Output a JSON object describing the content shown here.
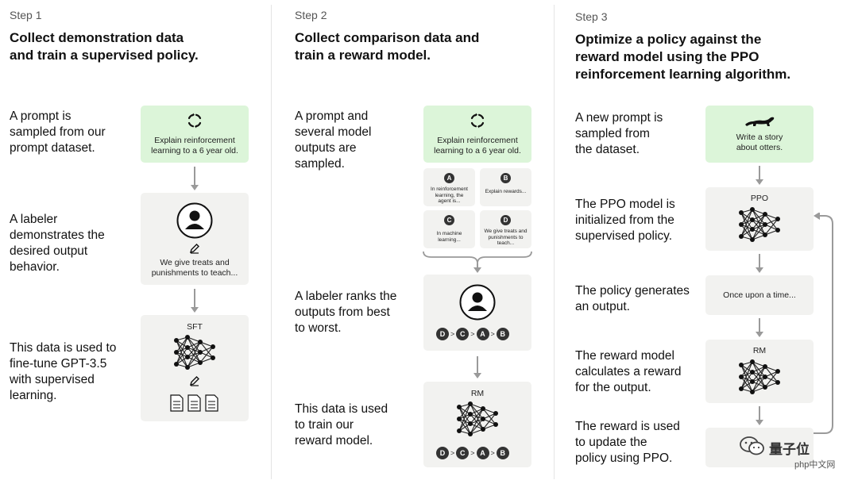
{
  "step1": {
    "label": "Step 1",
    "title": [
      "Collect demonstration data",
      "and train a supervised policy."
    ],
    "desc1": [
      "A prompt is",
      "sampled from our",
      "prompt dataset."
    ],
    "desc2": [
      "A labeler",
      "demonstrates the",
      "desired output",
      "behavior."
    ],
    "desc3": [
      "This data is used to",
      "fine-tune GPT-3.5",
      "with supervised",
      "learning."
    ],
    "prompt_box": [
      "Explain reinforcement",
      "learning to a 6 year old."
    ],
    "labeler_box": [
      "We give treats and",
      "punishments to teach..."
    ],
    "model_box_title": "SFT"
  },
  "step2": {
    "label": "Step 2",
    "title": [
      "Collect comparison data and",
      "train a reward model."
    ],
    "desc1": [
      "A prompt and",
      "several model",
      "outputs are",
      "sampled."
    ],
    "desc2": [
      "A labeler ranks the",
      "outputs from best",
      "to worst."
    ],
    "desc3": [
      "This data is used",
      "to train our",
      "reward model."
    ],
    "prompt_box": [
      "Explain reinforcement",
      "learning to a 6 year old."
    ],
    "outputs": [
      {
        "badge": "A",
        "text": [
          "In reinforcement",
          "learning, the",
          "agent is..."
        ]
      },
      {
        "badge": "B",
        "text": [
          "Explain rewards..."
        ]
      },
      {
        "badge": "C",
        "text": [
          "In machine",
          "learning..."
        ]
      },
      {
        "badge": "D",
        "text": [
          "We give treats and",
          "punishments to",
          "teach..."
        ]
      }
    ],
    "ranking": [
      "D",
      "C",
      "A",
      "B"
    ],
    "rank_sep": ">",
    "model_box_title": "RM"
  },
  "step3": {
    "label": "Step 3",
    "title": [
      "Optimize a policy against the",
      "reward model using the PPO",
      "reinforcement learning algorithm."
    ],
    "desc1": [
      "A new prompt is",
      "sampled from",
      "the dataset."
    ],
    "desc2": [
      "The PPO model is",
      "initialized from the",
      "supervised policy."
    ],
    "desc3": [
      "The policy generates",
      "an output."
    ],
    "desc4": [
      "The reward model",
      "calculates a reward",
      "for the output."
    ],
    "desc5": [
      "The reward is used",
      "to update the",
      "policy using PPO."
    ],
    "prompt_box": [
      "Write a story",
      "about otters."
    ],
    "ppo_title": "PPO",
    "output_box": "Once upon a time...",
    "rm_title": "RM"
  },
  "watermark": {
    "text": "量子位",
    "site": "php中文网"
  },
  "colors": {
    "prompt_box": "#dcf5d9",
    "box": "#f2f2f0",
    "arrow": "#9a9a9a",
    "badge": "#333333"
  }
}
